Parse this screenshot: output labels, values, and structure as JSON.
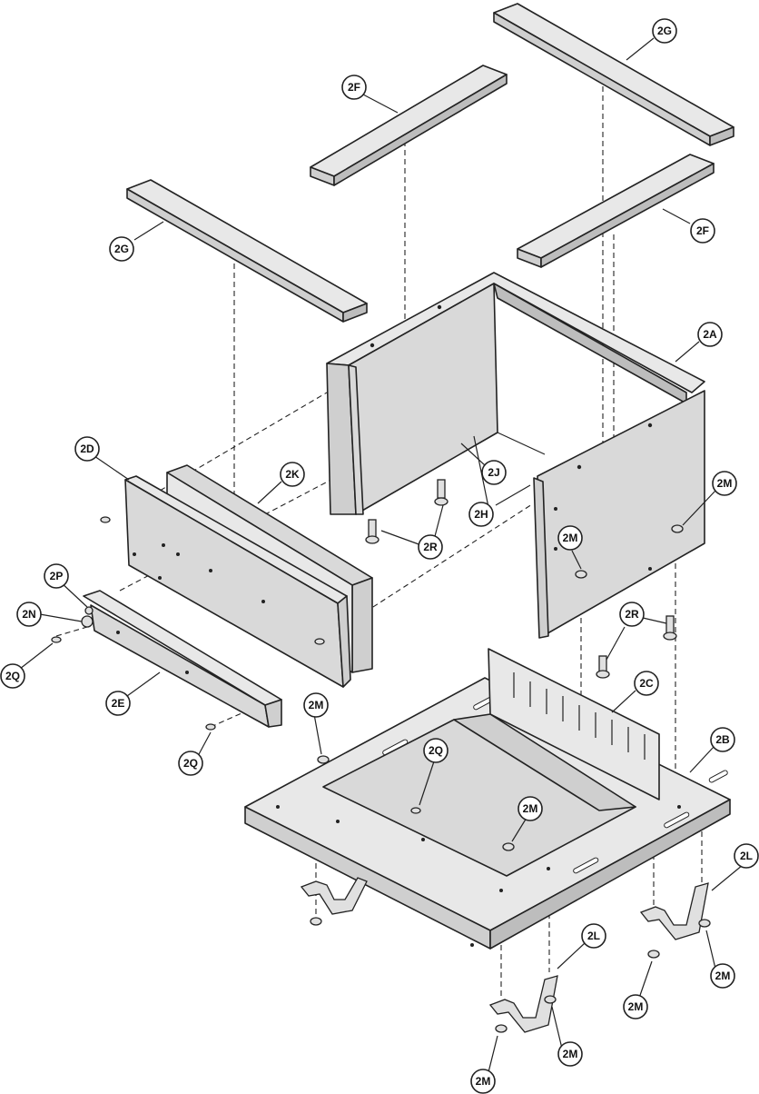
{
  "callouts": {
    "c2G_top": "2G",
    "c2F_top": "2F",
    "c2G_left": "2G",
    "c2F_right": "2F",
    "c2A": "2A",
    "c2D": "2D",
    "c2K": "2K",
    "c2J": "2J",
    "c2H": "2H",
    "c2R_left": "2R",
    "c2M_right_upper": "2M",
    "c2M_right_mid": "2M",
    "c2R_right": "2R",
    "c2P": "2P",
    "c2N": "2N",
    "c2Q_left": "2Q",
    "c2E": "2E",
    "c2Q_bottom": "2Q",
    "c2M_base_left": "2M",
    "c2C": "2C",
    "c2Q_center": "2Q",
    "c2B": "2B",
    "c2M_base_center": "2M",
    "c2L_right": "2L",
    "c2L_center": "2L",
    "c2M_foot_r1": "2M",
    "c2M_foot_r2": "2M",
    "c2M_foot_c1": "2M",
    "c2M_foot_c2": "2M"
  },
  "colors": {
    "line": "#222222",
    "panel": "#d9d9d9",
    "panel_light": "#e8e8e8",
    "background": "#ffffff"
  }
}
